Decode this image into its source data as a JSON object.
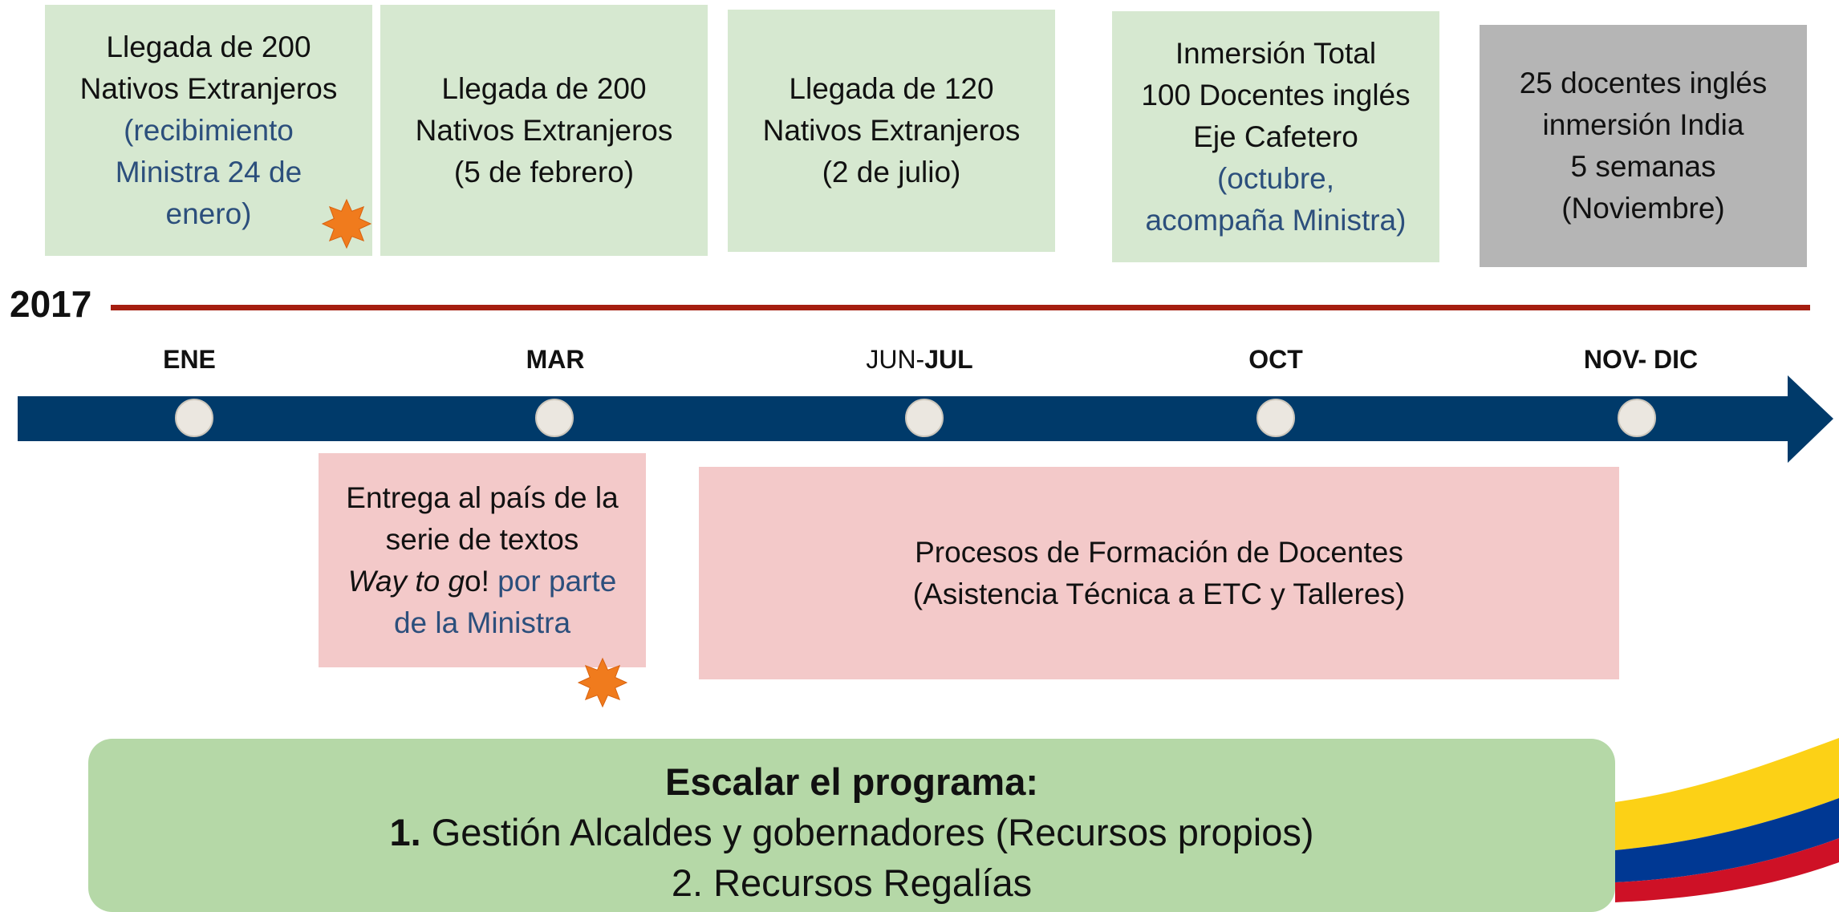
{
  "year": "2017",
  "months": [
    {
      "label": "ENE"
    },
    {
      "label": "MAR"
    },
    {
      "label_light": "JUN-",
      "label_bold": "JUL"
    },
    {
      "label": "OCT"
    },
    {
      "label": "NOV- DIC"
    }
  ],
  "top_events": [
    {
      "lines": [
        "Llegada de 200",
        "Nativos Extranjeros"
      ],
      "highlight": [
        "(recibimiento",
        "Ministra 24 de",
        "enero)"
      ]
    },
    {
      "lines": [
        "Llegada de 200",
        "Nativos Extranjeros",
        "(5 de febrero)"
      ]
    },
    {
      "lines": [
        "Llegada de 120",
        "Nativos Extranjeros",
        "(2 de julio)"
      ]
    },
    {
      "lines": [
        "Inmersión  Total",
        "100 Docentes inglés",
        "Eje Cafetero"
      ],
      "highlight": [
        "(octubre,",
        "acompaña Ministra)"
      ]
    },
    {
      "lines": [
        "25 docentes inglés",
        "inmersión India",
        "5 semanas",
        "(Noviembre)"
      ]
    }
  ],
  "bottom_events": [
    {
      "line1": "Entrega al país de la",
      "line2": "serie de textos",
      "italic_a": "Way to g",
      "normal_a": "o",
      "punct": "!",
      "highlight_a": " por parte",
      "highlight_b": "de la Ministra"
    },
    {
      "lines": [
        "Procesos de Formación de Docentes",
        "(Asistencia Técnica a ETC y Talleres)"
      ]
    }
  ],
  "scale": {
    "title": "Escalar el programa:",
    "item1_num": "1.",
    "item1_text": " Gestión Alcaldes y gobernadores (Recursos propios)",
    "item2": "2. Recursos Regalías"
  },
  "colors": {
    "event_green": "#d6e8d0",
    "event_gray": "#b5b5b5",
    "event_pink": "#f3c9c9",
    "timeline_blue": "#003a6a",
    "year_line_red": "#a51e10",
    "highlight_text": "#2c4f7c",
    "star_orange": "#f07b1d",
    "scale_green": "#b5d8a7"
  }
}
